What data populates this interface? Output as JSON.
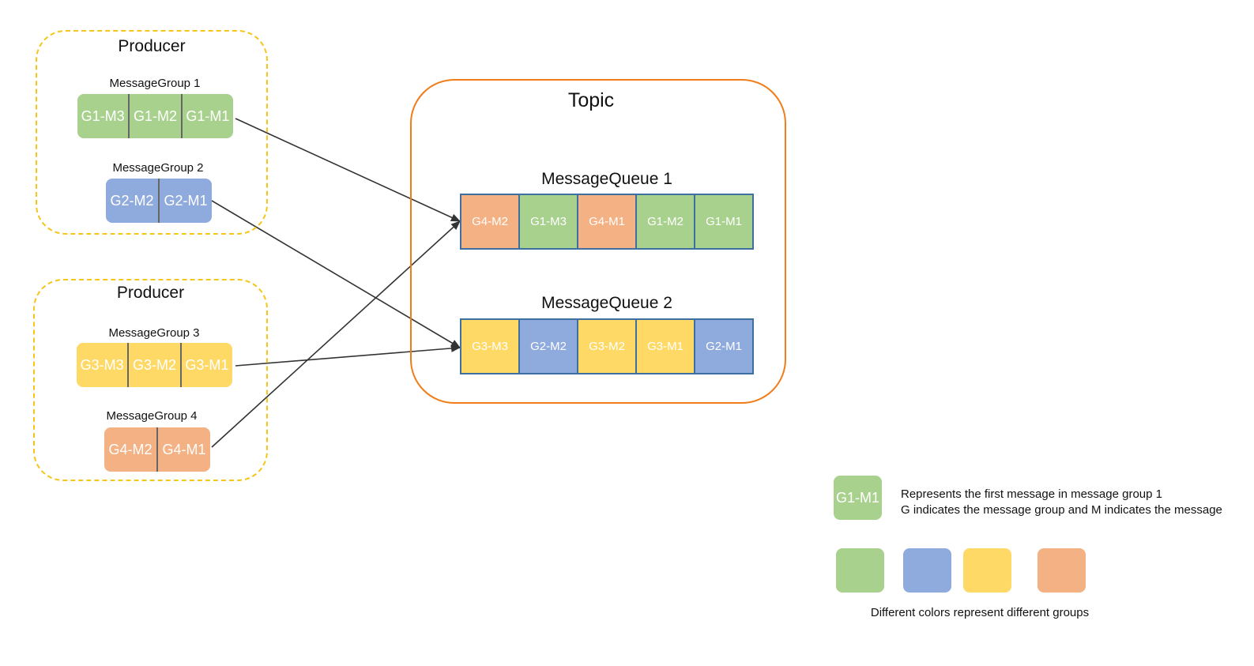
{
  "colors": {
    "green": "#a9d18e",
    "blue": "#8faadc",
    "yellow": "#ffd966",
    "orange": "#f4b183",
    "producer_border": "#f5c518",
    "topic_border": "#f07d1a",
    "queue_border": "#3d6fa0"
  },
  "producers": [
    {
      "title": "Producer",
      "groups": [
        {
          "label": "MessageGroup 1",
          "messages": [
            "G1-M3",
            "G1-M2",
            "G1-M1"
          ],
          "color": "green"
        },
        {
          "label": "MessageGroup 2",
          "messages": [
            "G2-M2",
            "G2-M1"
          ],
          "color": "blue"
        }
      ]
    },
    {
      "title": "Producer",
      "groups": [
        {
          "label": "MessageGroup 3",
          "messages": [
            "G3-M3",
            "G3-M2",
            "G3-M1"
          ],
          "color": "yellow"
        },
        {
          "label": "MessageGroup 4",
          "messages": [
            "G4-M2",
            "G4-M1"
          ],
          "color": "orange"
        }
      ]
    }
  ],
  "topic": {
    "title": "Topic",
    "queues": [
      {
        "title": "MessageQueue 1",
        "messages": [
          "G4-M2",
          "G1-M3",
          "G4-M1",
          "G1-M2",
          "G1-M1"
        ]
      },
      {
        "title": "MessageQueue 2",
        "messages": [
          "G3-M3",
          "G2-M2",
          "G3-M2",
          "G3-M1",
          "G2-M1"
        ]
      }
    ]
  },
  "legend": {
    "sample": "G1-M1",
    "line1": "Represents the first message in message group 1",
    "line2": "G indicates the message group and M indicates the message",
    "colors_note": "Different colors represent different groups"
  }
}
